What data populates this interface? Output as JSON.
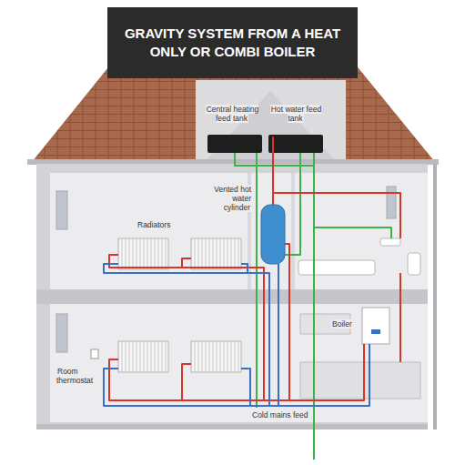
{
  "diagram": {
    "title": "GRAVITY SYSTEM FROM A HEAT ONLY OR COMBI BOILER",
    "labels": [
      "Central heating feed tank",
      "Hot water feed tank",
      "Vented hot water cylinder",
      "Radiators",
      "Boiler",
      "Room thermostat",
      "Cold mains feed"
    ]
  }
}
